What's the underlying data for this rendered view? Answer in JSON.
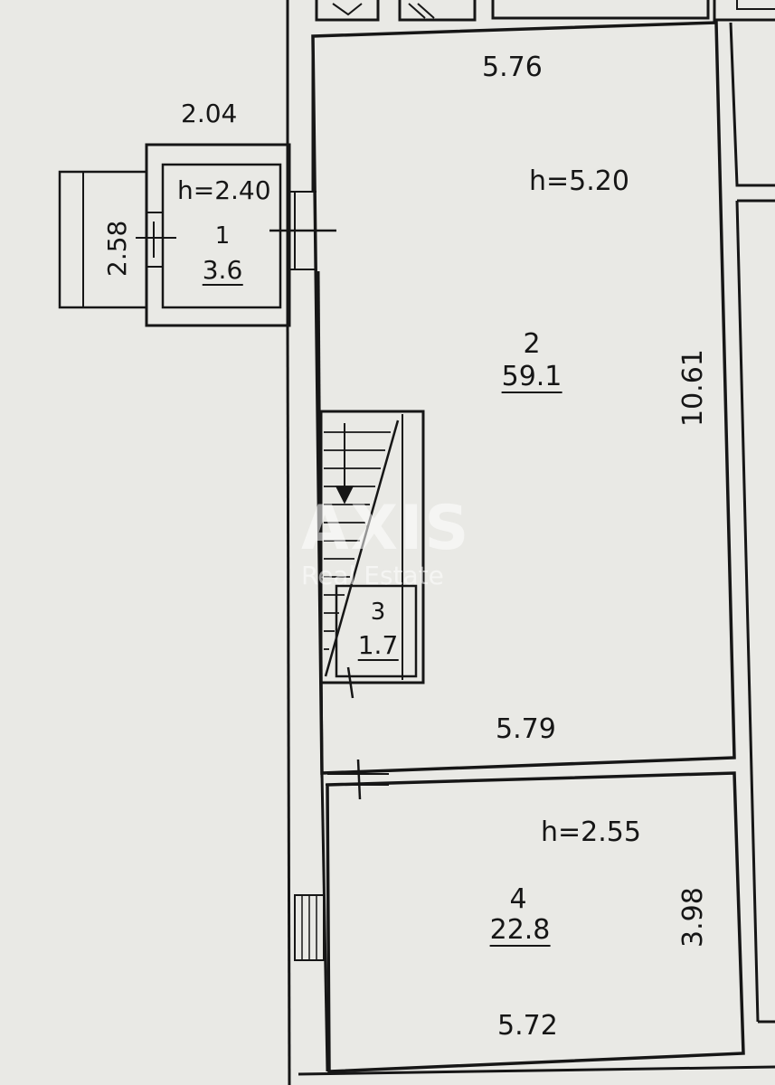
{
  "watermark": {
    "brand": "AXIS",
    "subtitle": "Real Estate"
  },
  "rooms": [
    {
      "number": "1",
      "area": "3.6",
      "height": "h=2.40"
    },
    {
      "number": "2",
      "area": "59.1",
      "height": "h=5.20"
    },
    {
      "number": "3",
      "area": "1.7"
    },
    {
      "number": "4",
      "area": "22.8",
      "height": "h=2.55"
    }
  ],
  "dimensions": {
    "room1_width": "2.04",
    "room1_length": "2.58",
    "room2_top_width": "5.76",
    "room2_length": "10.61",
    "room2_bottom_width": "5.79",
    "room4_length": "3.98",
    "room4_bottom_width": "5.72"
  },
  "colors": {
    "paper": "#e9e9e5",
    "ink": "#161616"
  }
}
